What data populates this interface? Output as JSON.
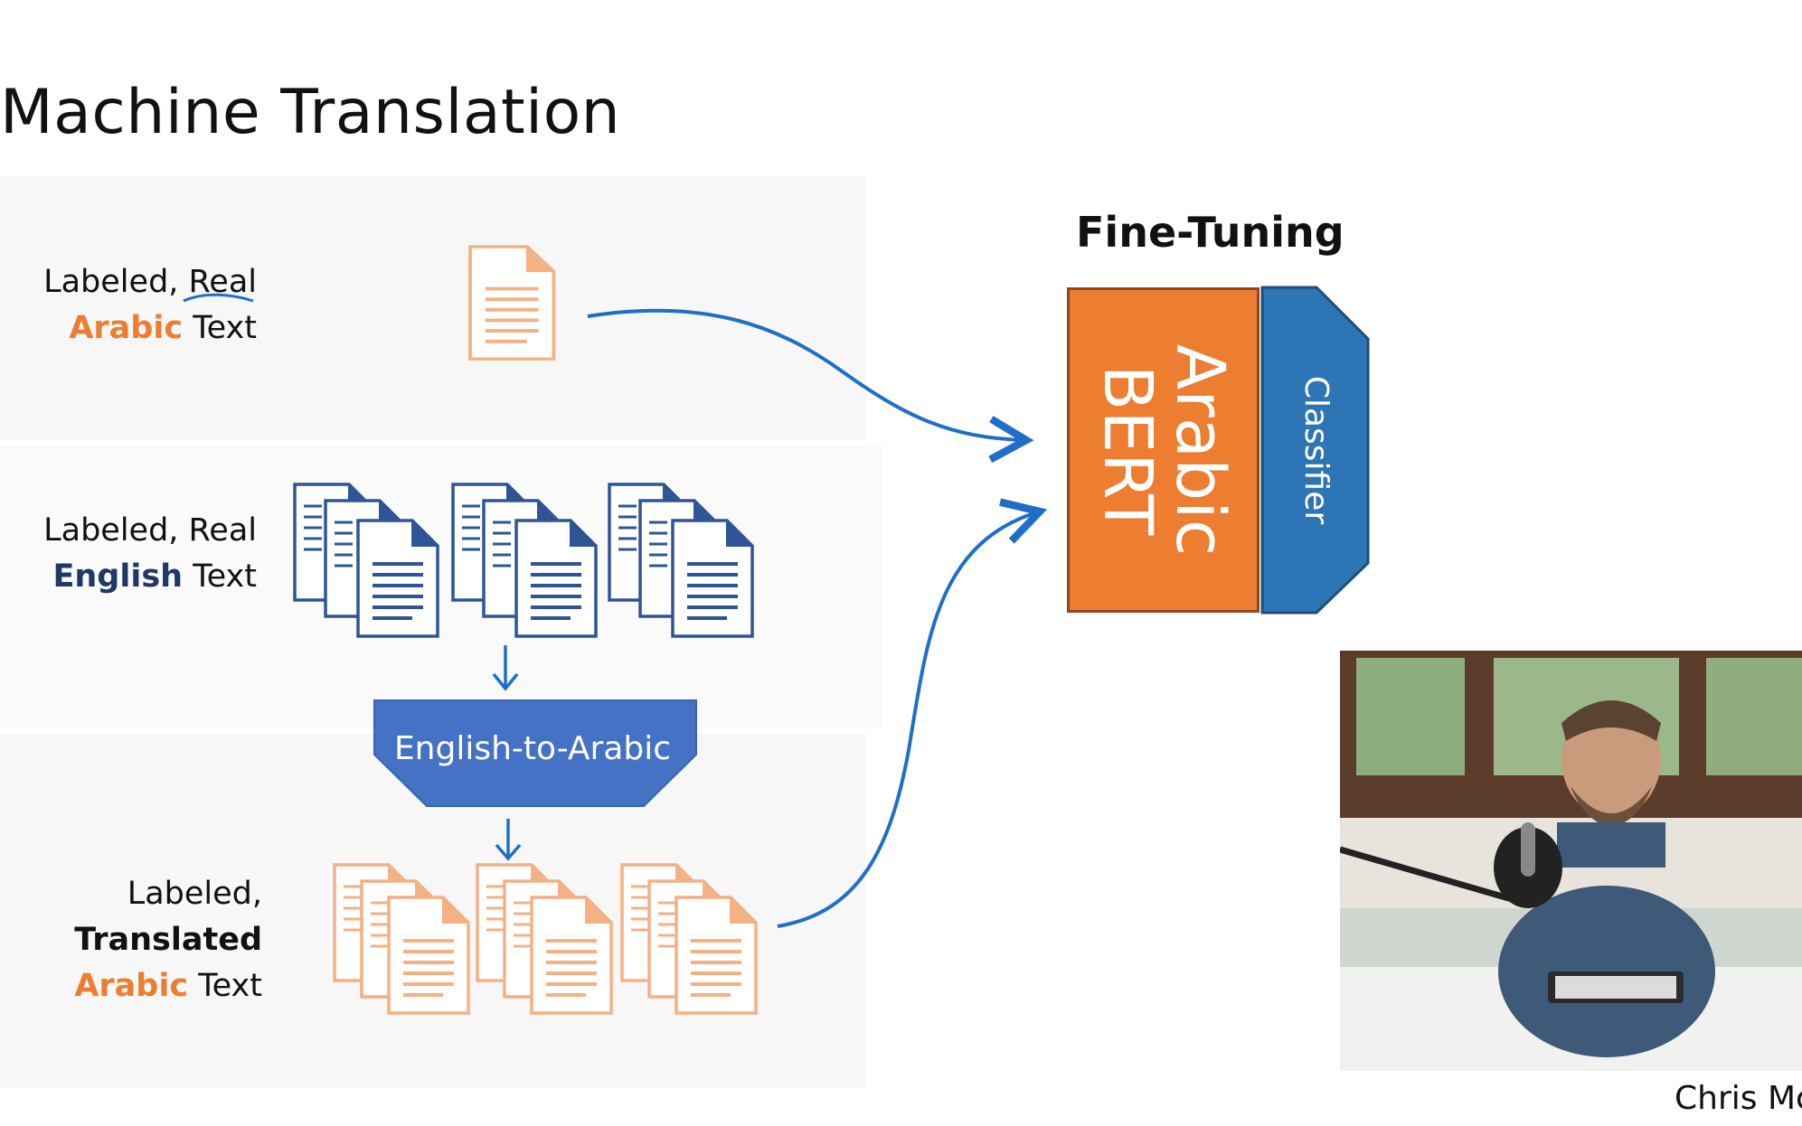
{
  "slide": {
    "title": "Machine Translation"
  },
  "rows": [
    {
      "line1": "Labeled, ",
      "emph_under": "Real",
      "line2_emph": "Arabic",
      "line2_rest": " Text"
    },
    {
      "line1": "Labeled, Real",
      "line2_emph": "English",
      "line2_rest": " Text"
    },
    {
      "line1": "Labeled,",
      "line2_bold": "Translated",
      "line3_emph": "Arabic",
      "line3_rest": " Text"
    }
  ],
  "translator": {
    "label": "English-to-Arabic"
  },
  "model": {
    "stage_label": "Fine-Tuning",
    "bert_line1": "Arabic",
    "bert_line2": "BERT",
    "head_label": "Classifier"
  },
  "presenter": {
    "name": "Chris Mc"
  },
  "colors": {
    "orange": "#ED7D31",
    "light_orange": "#F4B183",
    "navy": "#2F5597",
    "blue": "#2E75B6",
    "annotation_blue": "#1F6FC8",
    "translator_fill": "#4472C4"
  },
  "icons": [
    "document-icon",
    "document-stack-icon",
    "arrow-down-icon",
    "curved-arrow-icon"
  ]
}
